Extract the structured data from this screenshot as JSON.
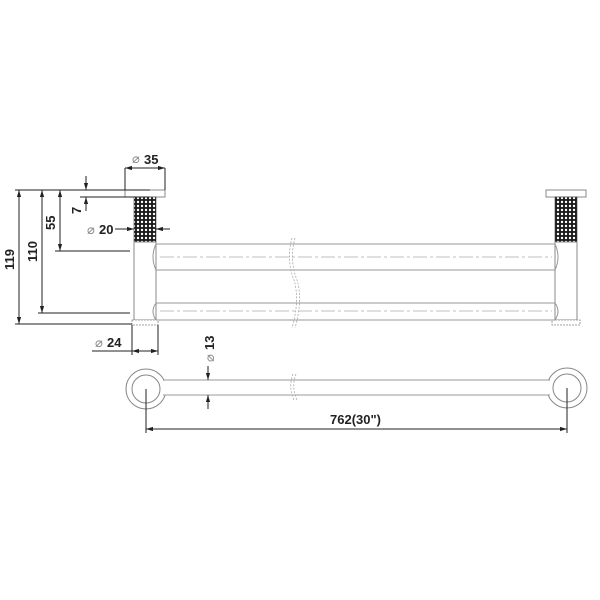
{
  "drawing": {
    "title": "Double towel rail technical drawing",
    "views": [
      "front-elevation",
      "top-plan"
    ],
    "units": "mm"
  },
  "dimensions": {
    "flange_diameter": {
      "symbol": "⌀",
      "value": "35"
    },
    "flange_thickness": {
      "value": "7"
    },
    "post_diameter": {
      "symbol": "⌀",
      "value": "20"
    },
    "top_bar_height": {
      "value": "55"
    },
    "bottom_bar_height": {
      "value": "110"
    },
    "overall_height": {
      "value": "119"
    },
    "base_diameter": {
      "symbol": "⌀",
      "value": "24"
    },
    "bar_diameter": {
      "symbol": "⌀",
      "value": "13"
    },
    "overall_length": {
      "value": "762(30\")"
    }
  },
  "colors": {
    "dimension_line": "#222222",
    "part_outline": "#888888",
    "knurl_fill": "#1a1a1a"
  }
}
